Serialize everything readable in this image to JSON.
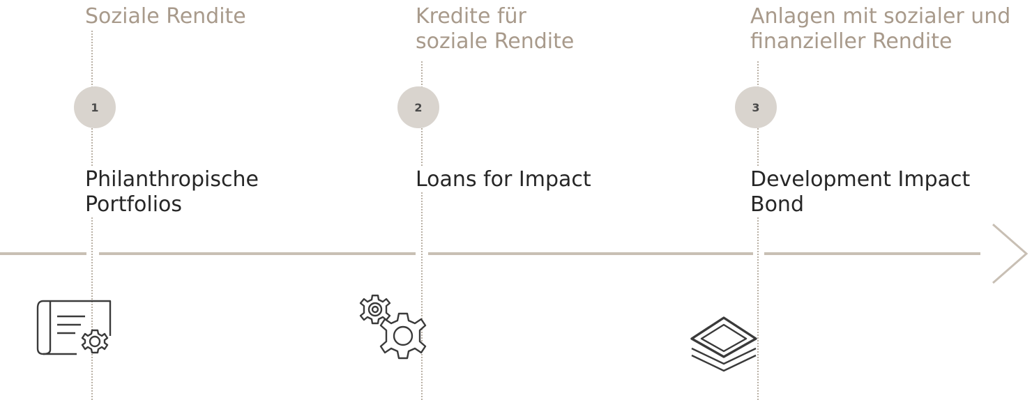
{
  "steps": [
    {
      "category": "Soziale Rendite",
      "number": "1",
      "product": "Philanthropische\nPortfolios",
      "icon": "document-gear-icon"
    },
    {
      "category": "Kredite für\nsoziale Rendite",
      "number": "2",
      "product": "Loans for Impact",
      "icon": "gears-icon"
    },
    {
      "category": "Anlagen mit sozialer und\nfinanzieller Rendite",
      "number": "3",
      "product": "Development Impact\nBond",
      "icon": "layers-icon"
    }
  ],
  "colors": {
    "axis": "#c8bfb4",
    "category_text": "#a89a8b",
    "badge_bg": "#d9d4ce",
    "icon_stroke": "#3a3a3a"
  }
}
